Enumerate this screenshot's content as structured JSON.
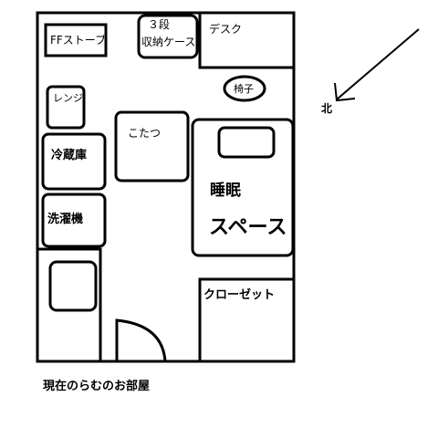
{
  "title": "現在のらむのお部屋",
  "compass": {
    "north_label": "北"
  },
  "furniture": {
    "ff_stove": "FFストーブ",
    "storage_line1": "３段",
    "storage_line2": "収納ケース",
    "desk": "デスク",
    "chair": "椅子",
    "range": "レンジ",
    "kotatsu": "こたつ",
    "fridge": "冷蔵庫",
    "washer": "洗濯機",
    "sleep_line1": "睡眠",
    "sleep_line2": "スペース",
    "closet": "クローゼット"
  }
}
